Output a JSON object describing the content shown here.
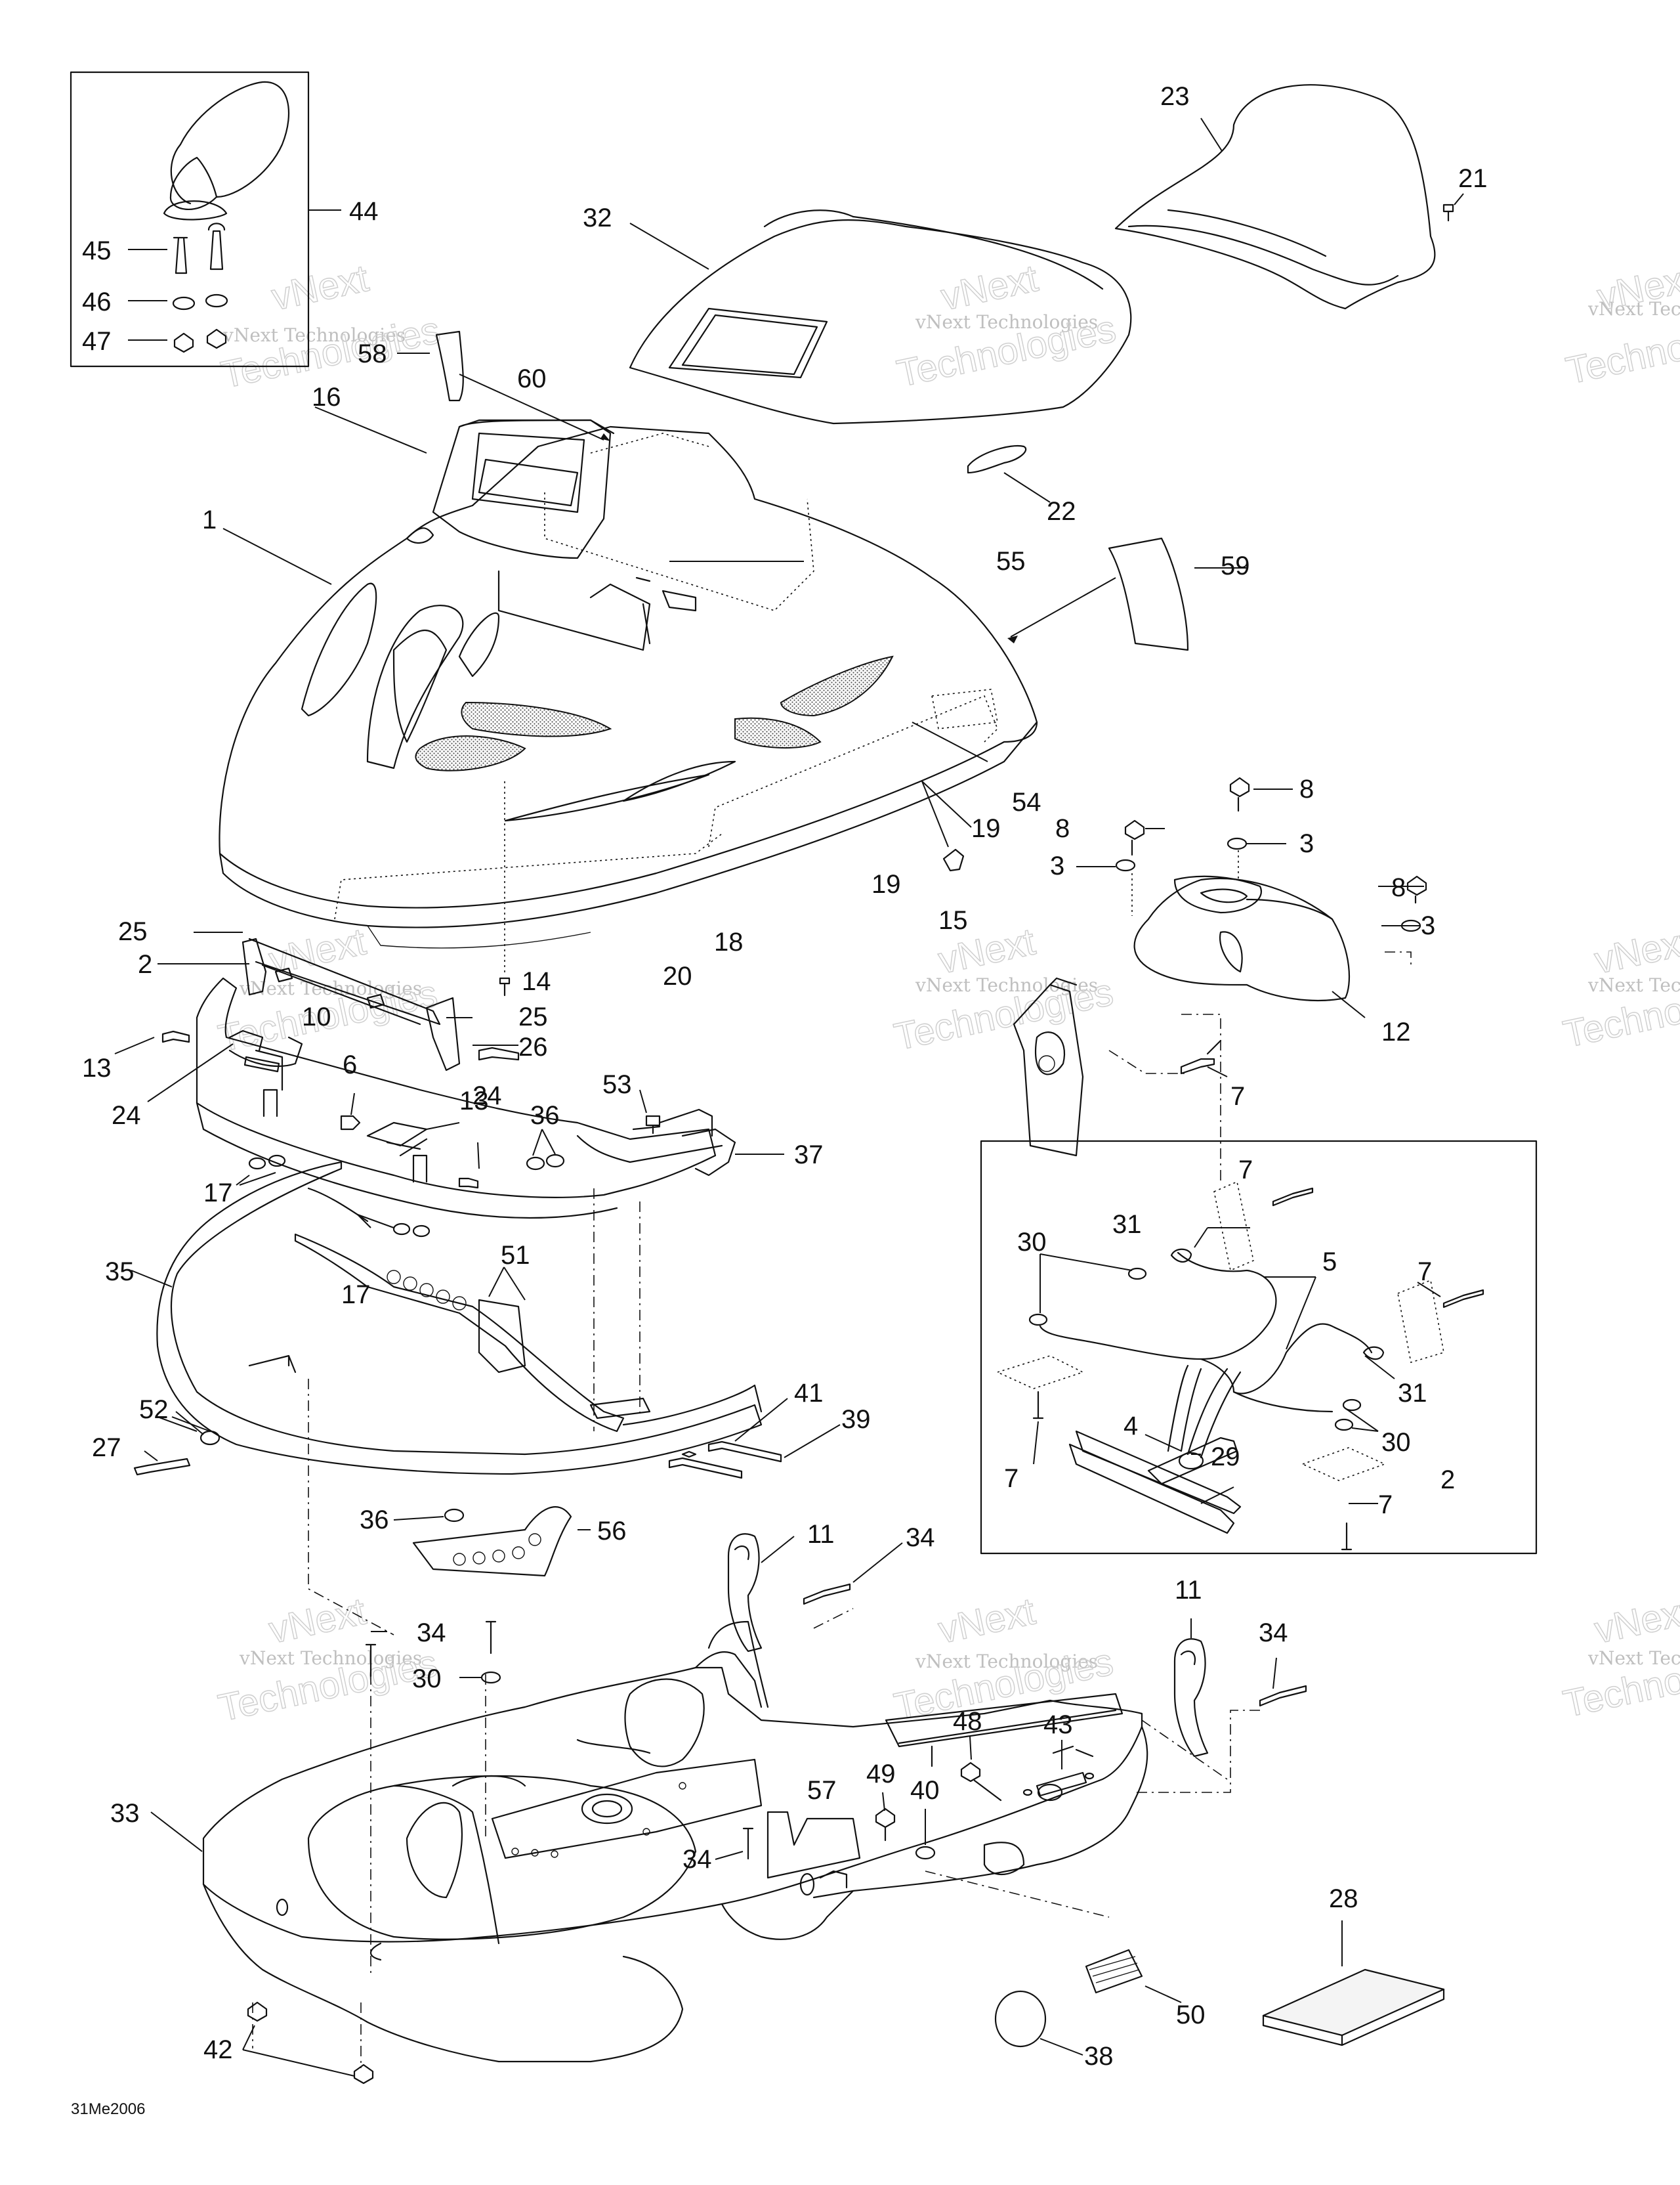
{
  "diagram": {
    "drawing_code": "31Me2006",
    "watermark_text": "vNext Technologies",
    "watermark_big_lines": [
      "vNext",
      "Technologies"
    ],
    "callouts": [
      "1",
      "2",
      "3",
      "4",
      "5",
      "6",
      "7",
      "8",
      "10",
      "11",
      "12",
      "13",
      "14",
      "15",
      "16",
      "17",
      "18",
      "19",
      "20",
      "21",
      "22",
      "23",
      "24",
      "25",
      "26",
      "27",
      "28",
      "29",
      "30",
      "31",
      "32",
      "33",
      "34",
      "35",
      "36",
      "37",
      "38",
      "39",
      "40",
      "41",
      "42",
      "43",
      "44",
      "45",
      "46",
      "47",
      "48",
      "49",
      "50",
      "51",
      "52",
      "53",
      "54",
      "55",
      "56",
      "57",
      "58",
      "59",
      "60"
    ]
  }
}
